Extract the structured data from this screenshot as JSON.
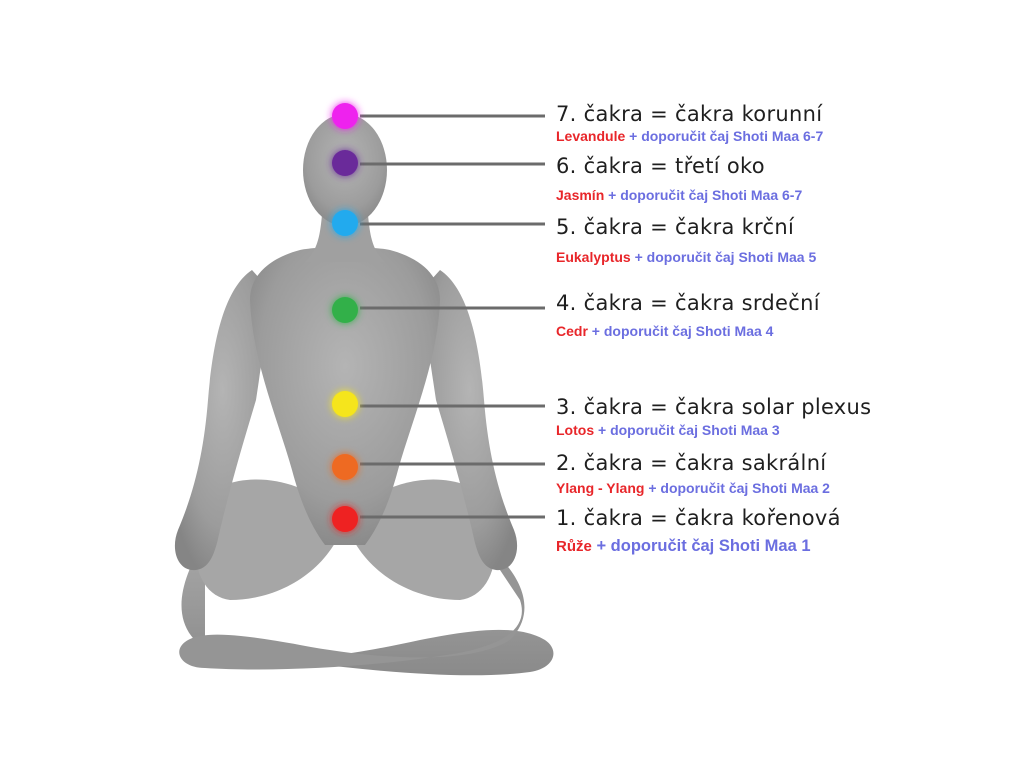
{
  "colors": {
    "oil": "#e8262a",
    "tea": "#6b6ee0",
    "text": "#1f1f1f",
    "line": "#6b6b6b",
    "body": "#9a9a9a"
  },
  "chakras": [
    {
      "title": "7. čakra = čakra korunní",
      "oil": "Levandule",
      "tea": "+ doporučit čaj Shoti Maa 6-7",
      "color": "#ee22ee"
    },
    {
      "title": "6. čakra = třetí oko",
      "oil": "Jasmín",
      "tea": "+ doporučit čaj Shoti Maa 6-7",
      "color": "#6a2a9a"
    },
    {
      "title": "5. čakra = čakra krční",
      "oil": "Eukalyptus",
      "tea": "+ doporučit čaj Shoti Maa 5",
      "color": "#22aaee"
    },
    {
      "title": "4. čakra = čakra srdeční",
      "oil": "Cedr",
      "tea": "+ doporučit čaj Shoti Maa 4",
      "color": "#33b04a"
    },
    {
      "title": "3. čakra = čakra solar plexus",
      "oil": "Lotos",
      "tea": "+ doporučit čaj Shoti Maa 3",
      "color": "#f5e51a"
    },
    {
      "title": "2. čakra = čakra sakrální",
      "oil": "Ylang - Ylang",
      "tea": "+ doporučit čaj Shoti Maa 2",
      "color": "#ee6a22"
    },
    {
      "title": "1. čakra = čakra kořenová",
      "oil": "Růže",
      "tea": "+ doporučit čaj Shoti Maa 1",
      "color": "#ee2222"
    }
  ]
}
